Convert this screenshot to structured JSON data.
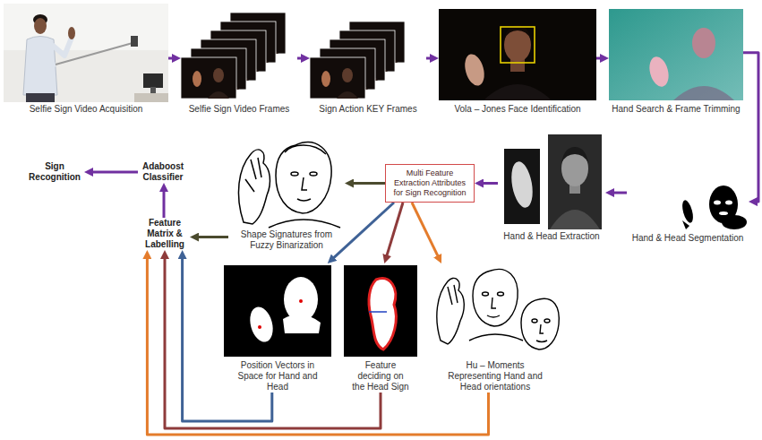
{
  "diagram": {
    "nodes": [
      {
        "text": [
          "Selfie Sign Video Acquisition"
        ]
      },
      {
        "text": [
          "Selfie Sign Video Frames"
        ]
      },
      {
        "text": [
          "Sign Action KEY Frames"
        ]
      },
      {
        "text": [
          "Vola – Jones Face Identification"
        ]
      },
      {
        "text": [
          "Hand Search & Frame Trimming"
        ]
      },
      {
        "text": [
          "Hand & Head Segmentation"
        ]
      },
      {
        "text": [
          "Hand & Head Extraction"
        ]
      },
      {
        "text": [
          "Multi Feature Extraction Attributes for Sign Recognition"
        ]
      },
      {
        "text": [
          "Shape Signatures from Fuzzy Binarization"
        ]
      },
      {
        "text": [
          "Feature Matrix & Labelling"
        ]
      },
      {
        "text": [
          "Adaboost Classifier"
        ]
      },
      {
        "text": [
          "Sign Recognition"
        ]
      },
      {
        "text": [
          "Position Vectors in Space for Hand and Head"
        ]
      },
      {
        "text": [
          "Feature deciding on the Head Sign"
        ]
      },
      {
        "text": [
          "Hu – Moments Representing Hand and Head orientations"
        ]
      }
    ],
    "edges": [
      {
        "from": 0,
        "to": 1,
        "arrow": "to"
      },
      {
        "from": 1,
        "to": 2,
        "arrow": "to"
      },
      {
        "from": 2,
        "to": 3,
        "arrow": "to"
      },
      {
        "from": 3,
        "to": 4,
        "arrow": "to"
      },
      {
        "from": 4,
        "to": 5,
        "arrow": "to"
      },
      {
        "from": 5,
        "to": 6,
        "arrow": "to"
      },
      {
        "from": 6,
        "to": 7,
        "arrow": "to"
      },
      {
        "from": 7,
        "to": 8,
        "arrow": "to"
      },
      {
        "from": 7,
        "to": 12,
        "arrow": "to"
      },
      {
        "from": 7,
        "to": 13,
        "arrow": "to"
      },
      {
        "from": 7,
        "to": 14,
        "arrow": "to"
      },
      {
        "from": 8,
        "to": 9,
        "arrow": "to"
      },
      {
        "from": 12,
        "to": 9,
        "arrow": "to"
      },
      {
        "from": 13,
        "to": 9,
        "arrow": "to"
      },
      {
        "from": 14,
        "to": 9,
        "arrow": "to"
      },
      {
        "from": 9,
        "to": 10,
        "arrow": "to"
      },
      {
        "from": 10,
        "to": 11,
        "arrow": "to"
      }
    ]
  }
}
